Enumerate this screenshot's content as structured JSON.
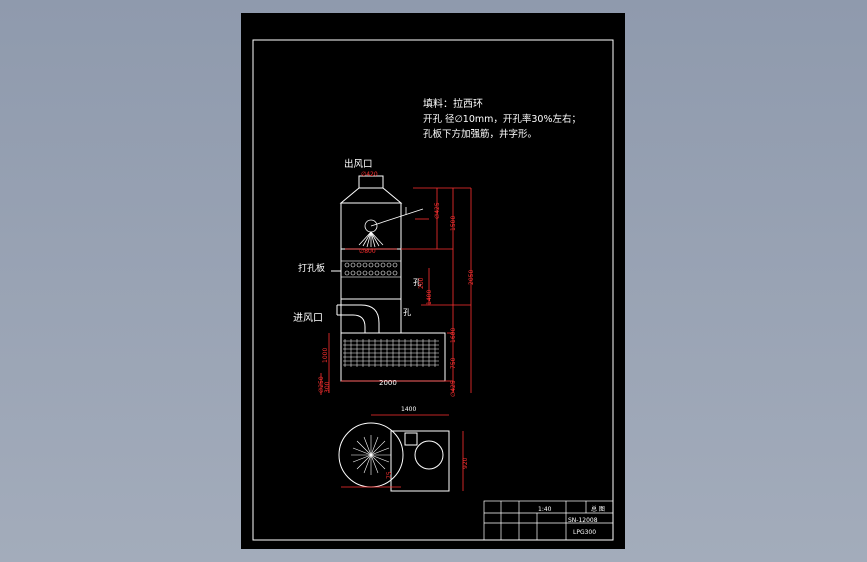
{
  "colors": {
    "background": "#95a0b2",
    "sheet": "#000000",
    "line": "#ffffff",
    "dimension": "#ff0000",
    "hatch": "#ffffff"
  },
  "notes": {
    "line1": "填料：拉西环",
    "line2": "开孔 径∅10mm，开孔率30%左右；",
    "line3": "孔板下方加强筋，井字形。"
  },
  "labels": {
    "outlet": "出风口",
    "perforated_plate": "打孔板",
    "inlet": "进风口",
    "hole_top": "孔",
    "hole_bottom": "孔"
  },
  "dimensions": {
    "d420": "∅420",
    "d800": "∅800",
    "d1500": "1500",
    "d_spray": "∅425",
    "d200": "200",
    "d1400_right": "1400",
    "d2050": "2050",
    "d1600": "1600",
    "d750": "750",
    "d1000": "1000",
    "d2000": "2000",
    "d250": "∅250",
    "d300": "300",
    "d425": "∅425",
    "plan_1400": "1400",
    "plan_920": "920",
    "plan_small": "75"
  },
  "title_block": {
    "scale_label": "1:40",
    "drawing_no": "SN-12008",
    "part_label": "总 图",
    "model": "LPG300"
  }
}
